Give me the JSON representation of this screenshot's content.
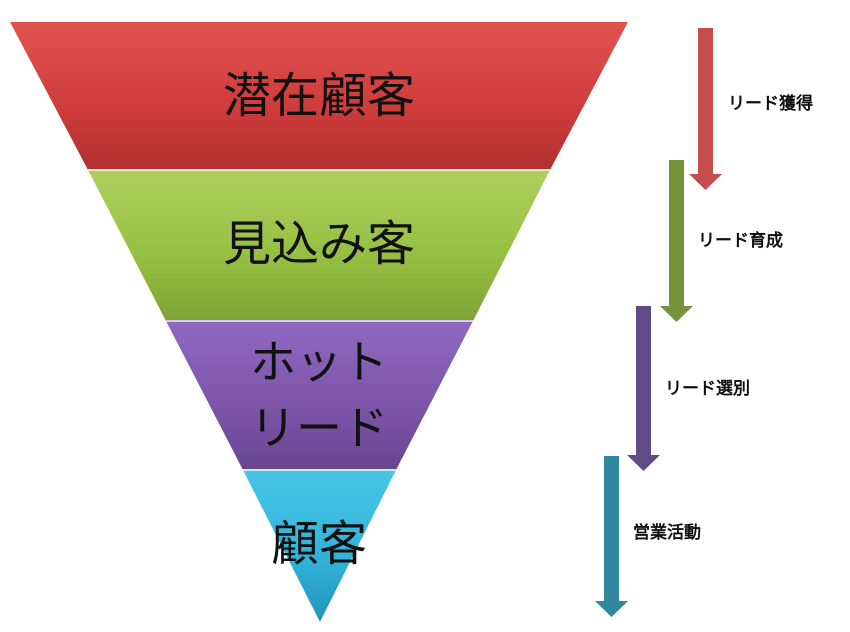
{
  "funnel": {
    "stages": [
      {
        "label": "潜在顧客",
        "color": "#d2403f"
      },
      {
        "label": "見込み客",
        "color": "#98c244"
      },
      {
        "label_line1": "ホット",
        "label_line2": "リード",
        "color": "#7f57ac"
      },
      {
        "label": "顧客",
        "color": "#2fb6da"
      }
    ]
  },
  "steps": [
    {
      "label": "リード獲得",
      "color": "#c64d4d"
    },
    {
      "label": "リード育成",
      "color": "#74933b"
    },
    {
      "label": "リード選別",
      "color": "#5f4b86"
    },
    {
      "label": "営業活動",
      "color": "#2f87a0"
    }
  ]
}
